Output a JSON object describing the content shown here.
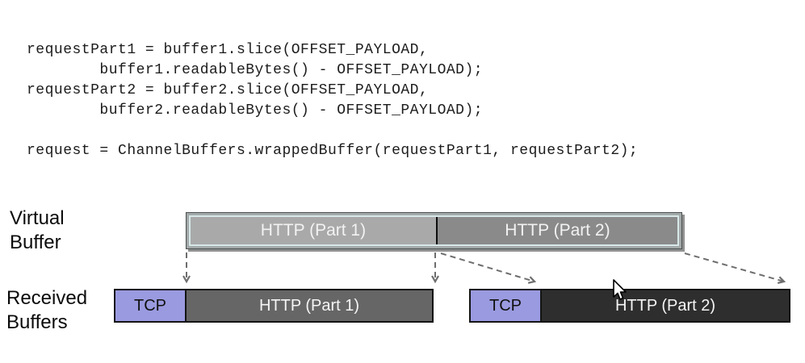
{
  "code": {
    "text": "requestPart1 = buffer1.slice(OFFSET_PAYLOAD,\n        buffer1.readableBytes() - OFFSET_PAYLOAD);\nrequestPart2 = buffer2.slice(OFFSET_PAYLOAD,\n        buffer2.readableBytes() - OFFSET_PAYLOAD);\n\nrequest = ChannelBuffers.wrappedBuffer(requestPart1, requestPart2);"
  },
  "diagram": {
    "virtual_buffer": {
      "label": "Virtual Buffer",
      "segments": [
        {
          "label": "HTTP (Part 1)",
          "fill": "#a9a9a9"
        },
        {
          "label": "HTTP (Part 2)",
          "fill": "#8a8a8a"
        }
      ]
    },
    "received_buffers": {
      "label": "Received Buffers",
      "bars": [
        {
          "segments": [
            {
              "label": "TCP",
              "fill": "#9a9ae0"
            },
            {
              "label": "HTTP (Part 1)",
              "fill": "#666666"
            }
          ]
        },
        {
          "segments": [
            {
              "label": "TCP",
              "fill": "#9a9ae0"
            },
            {
              "label": "HTTP (Part 2)",
              "fill": "#2e2e2e"
            }
          ]
        }
      ]
    },
    "colors": {
      "arrow": "#6e6e6e",
      "frame_bezel": "#a3a9a9",
      "frame_inner_line": "#d8e8e8",
      "divider": "#0d0d0d",
      "bar_border": "#141414"
    }
  }
}
